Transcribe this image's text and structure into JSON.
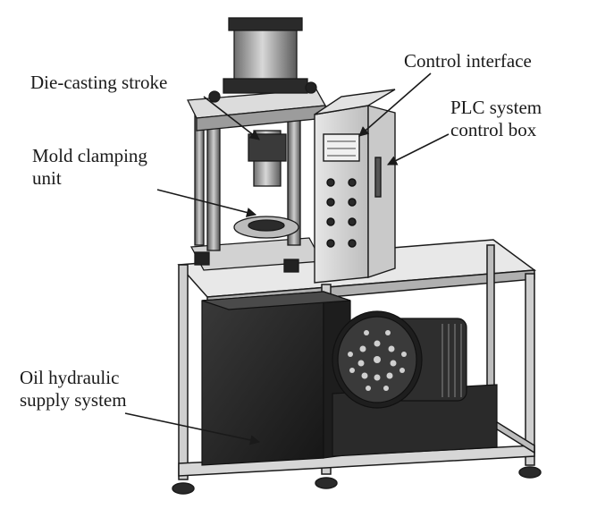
{
  "labels": {
    "die_casting_stroke": "Die-casting stroke",
    "control_interface": "Control interface",
    "plc_line1": "PLC system",
    "plc_line2": "control box",
    "mold_line1": "Mold clamping",
    "mold_line2": "unit",
    "oil_line1": "Oil hydraulic",
    "oil_line2": "supply system"
  },
  "colors": {
    "outline": "#1a1a1a",
    "metal_light": "#d9d9d9",
    "metal_mid": "#a8a8a8",
    "metal_dark": "#3a3a3a",
    "tank": "#2b2b2b",
    "background": "#ffffff"
  }
}
